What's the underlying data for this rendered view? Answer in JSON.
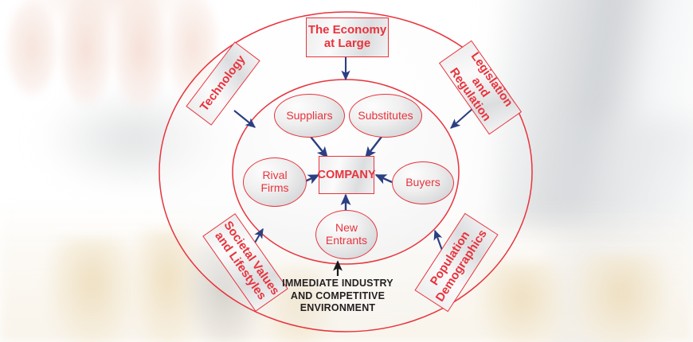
{
  "diagram": {
    "title_caption": "IMMEDIATE INDUSTRY\nAND COMPETITIVE\nENVIRONMENT",
    "colors": {
      "accent_red": "#e8333c",
      "arrow_blue": "#2b3f82",
      "caption_black": "#231f20",
      "box_fill_light": "#ededee",
      "box_fill_dark": "#dcdddf"
    },
    "center": {
      "label": "COMPANY"
    },
    "inner_forces": [
      {
        "id": "suppliars",
        "label": "Suppliars"
      },
      {
        "id": "substitutes",
        "label": "Substitutes"
      },
      {
        "id": "rival-firms",
        "label": "Rival\nFirms"
      },
      {
        "id": "buyers",
        "label": "Buyers"
      },
      {
        "id": "new-entrants",
        "label": "New\nEntrants"
      }
    ],
    "outer_forces": [
      {
        "id": "economy",
        "label": "The Economy\nat Large"
      },
      {
        "id": "technology",
        "label": "Technology"
      },
      {
        "id": "legislation",
        "label": "Legislation and\nRegulation"
      },
      {
        "id": "societal",
        "label": "Societal Values\nand Lifestyles"
      },
      {
        "id": "population",
        "label": "Population\nDemographics"
      }
    ]
  }
}
